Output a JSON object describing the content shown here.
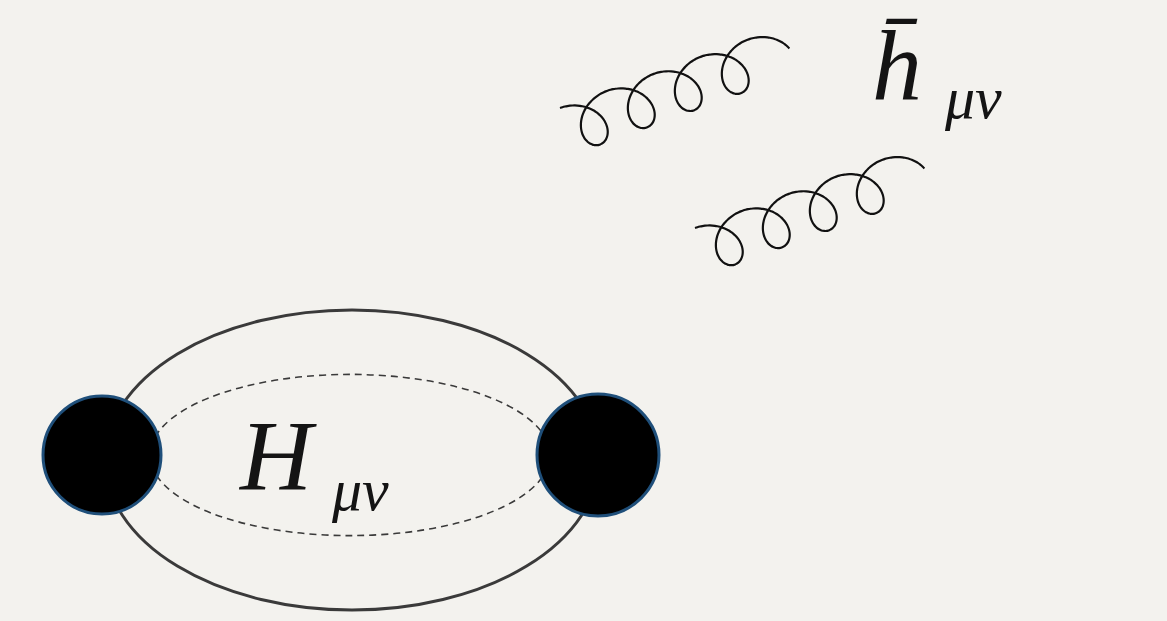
{
  "diagram": {
    "nodes": [
      {
        "text": [
          "H",
          "μν"
        ]
      }
    ],
    "labels": [
      "h̄",
      "μν"
    ]
  }
}
